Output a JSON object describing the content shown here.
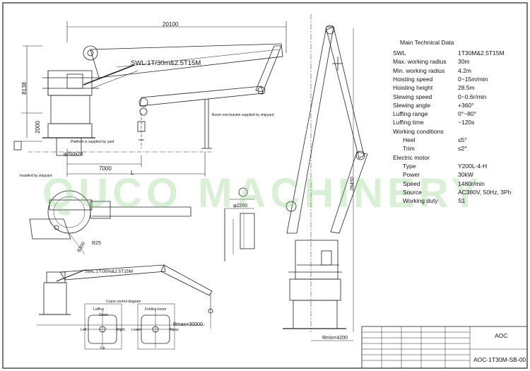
{
  "drawing": {
    "watermark": "QUCO MACHINERY",
    "crane_label_main": "SWL:1T/30m&2.5T15M",
    "crane_label_small": "SWL:1T/30m&2.5T15M",
    "dim_total_length": "20100",
    "dim_base_to_hinge": "7000",
    "dim_L": "L",
    "dim_height_left": "8138",
    "dim_2000": "2000",
    "dim_base_plate": "φ200x20",
    "dim_2200": "φ2200",
    "dim_vertical_height": "28450",
    "dim_rmin": "Rmin=4200",
    "dim_rmax": "Rmax=30000",
    "dim_6300": "6300",
    "dim_r25": "R25",
    "diagram_title": "Crane control diagram",
    "luffing_label": "Luffing",
    "folding_label": "Folding boom",
    "left_label": "Left",
    "right_label": "Right",
    "down_label": "Down",
    "up_label": "Up",
    "lower_label": "Lower",
    "raise_label": "Raise",
    "boom_note": "Boom rest bracket supplied by shipyard",
    "platform_note": "Platform is supplied by yard",
    "base_note": "Installed by shipyard"
  },
  "specs": {
    "title": "Main Technical Data",
    "rows": [
      {
        "key": "SWL",
        "value": "1T30M&2.5T15M"
      },
      {
        "key": "Max. working radius",
        "value": "30m"
      },
      {
        "key": "Min. working radius",
        "value": "4.2m"
      },
      {
        "key": "Hoisting speed",
        "value": "0~15m/min"
      },
      {
        "key": "Hoisting height",
        "value": "28.5m"
      },
      {
        "key": "Slewing speed",
        "value": "0~0.6r/min"
      },
      {
        "key": "Slewing angle",
        "value": "+360°"
      },
      {
        "key": "Luffing range",
        "value": "0°~80°"
      },
      {
        "key": "Luffing time",
        "value": "~120s"
      },
      {
        "key": "Working conditions",
        "value": ""
      },
      {
        "key": "  Heel",
        "value": "≤5°"
      },
      {
        "key": "  Trim",
        "value": "≤2°"
      },
      {
        "key": "Electric motor",
        "value": ""
      },
      {
        "key": "  Type",
        "value": "Y200L-4-H"
      },
      {
        "key": "  Power",
        "value": "30kW"
      },
      {
        "key": "  Speed",
        "value": "1480r/min"
      },
      {
        "key": "  Source",
        "value": "AC380V, 50Hz, 3Ph"
      },
      {
        "key": "  Working duty",
        "value": "S1"
      }
    ]
  },
  "title_block": {
    "company": "AOC",
    "drawing_no": "AOC-1T30M-SB-00"
  }
}
